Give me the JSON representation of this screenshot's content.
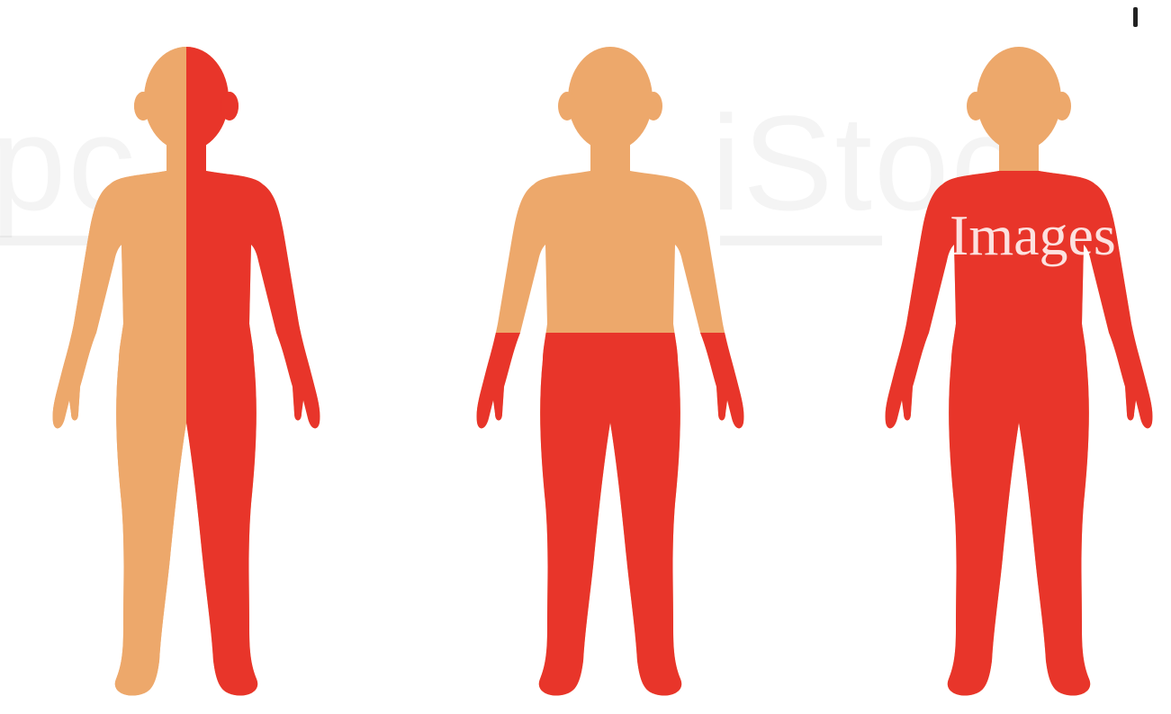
{
  "colors": {
    "skin": "#EDA86B",
    "red": "#E8352A",
    "background": "#FFFFFF"
  },
  "figures": [
    {
      "name": "left-figure",
      "coloring": "right half red, left half skin"
    },
    {
      "name": "middle-figure",
      "coloring": "legs red, upper body skin"
    },
    {
      "name": "right-figure",
      "coloring": "body red, head skin"
    }
  ],
  "watermark": {
    "logo_text": "Images"
  }
}
